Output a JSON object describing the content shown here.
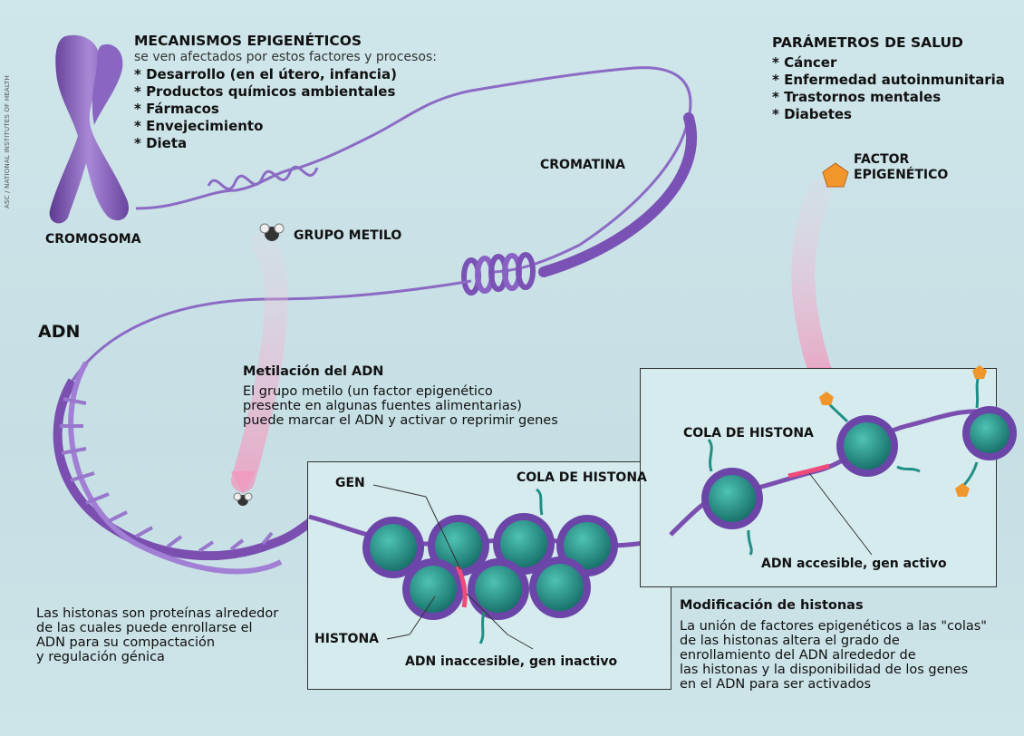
{
  "credit": "ASC / NATIONAL INSTITUTES OF HEALTH",
  "mechanisms": {
    "title": "MECANISMOS EPIGENÉTICOS",
    "subtitle": "se ven afectados por estos factores y procesos:",
    "items": [
      "* Desarrollo (en el útero, infancia)",
      "* Productos químicos ambientales",
      "* Fármacos",
      "* Envejecimiento",
      "* Dieta"
    ]
  },
  "health": {
    "title": "PARÁMETROS DE SALUD",
    "items": [
      "* Cáncer",
      "* Enfermedad autoinmunitaria",
      "* Trastornos mentales",
      "* Diabetes"
    ]
  },
  "labels": {
    "chromosome": "CROMOSOMA",
    "chromatin": "CROMATINA",
    "methyl_group": "GRUPO METILO",
    "dna": "ADN",
    "epigenetic_factor_1": "FACTOR",
    "epigenetic_factor_2": "EPIGENÉTICO",
    "gene": "GEN",
    "histone_tail_left": "COLA DE HISTONA",
    "histone_tail_right": "COLA DE HISTONA",
    "histone": "HISTONA",
    "inaccessible": "ADN inaccesible, gen inactivo",
    "accessible": "ADN accesible, gen activo"
  },
  "methylation": {
    "title": "Metilación del ADN",
    "lines": [
      "El grupo metilo (un factor epigenético",
      "presente en algunas fuentes alimentarias)",
      "puede marcar el ADN y activar o reprimir genes"
    ]
  },
  "histones_note": {
    "lines": [
      "Las histonas son proteínas alrededor",
      "de las cuales puede enrollarse el",
      "ADN para su compactación",
      "y regulación génica"
    ]
  },
  "histone_modification": {
    "title": "Modificación de histonas",
    "lines": [
      "La unión de factores epigenéticos a las \"colas\"",
      "de las histonas altera el grado de",
      "enrollamiento del ADN alrededor de",
      "las histonas y la disponibilidad de los genes",
      "en el ADN para ser activados"
    ]
  },
  "colors": {
    "dna": "#7a4fb0",
    "histone": "#1f8f86",
    "factor": "#f0962a",
    "arrow": "#efb7cf",
    "gene_marker": "#f04a7a"
  }
}
